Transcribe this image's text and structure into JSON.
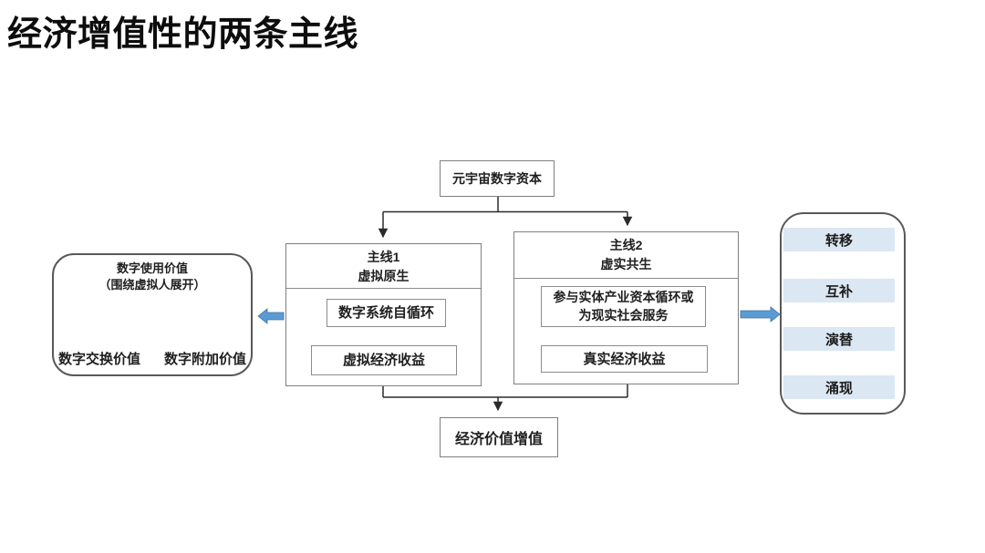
{
  "slide": {
    "title": "经济增值性的两条主线"
  },
  "root_box": {
    "label": "元宇宙数字资本"
  },
  "mainline1": {
    "name": "主线1",
    "subtitle": "虚拟原生",
    "step1": "数字系统自循环",
    "step2": "虚拟经济收益"
  },
  "mainline2": {
    "name": "主线2",
    "subtitle": "虚实共生",
    "step1_line1": "参与实体产业资本循环或",
    "step1_line2": "为现实社会服务",
    "step2": "真实经济收益"
  },
  "value_triangle": {
    "top_title": "数字使用价值",
    "top_note": "（围绕虚拟人展开）",
    "bottom_left": "数字交换价值",
    "bottom_right": "数字附加价值"
  },
  "relations": {
    "items": [
      "转移",
      "互补",
      "演替",
      "涌现"
    ]
  },
  "result_box": {
    "label": "经济价值增值"
  },
  "colors": {
    "accent_blue": "#5b9bd5",
    "accent_blue_dark": "#2e75b6",
    "band_blue": "#dbe7f3",
    "line_dark": "#333333",
    "border_gray": "#7f7f7f"
  }
}
